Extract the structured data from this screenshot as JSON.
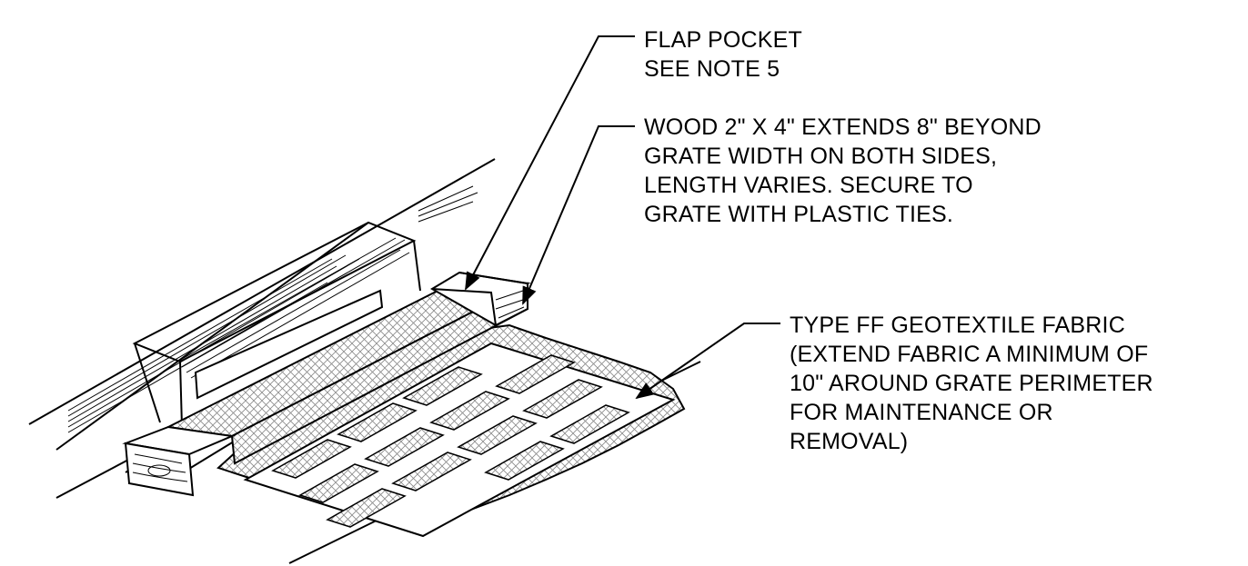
{
  "colors": {
    "ink": "#000000",
    "paper": "#ffffff",
    "hatch": "#8a8a8a"
  },
  "callouts": {
    "flap_pocket": {
      "lines": [
        "FLAP POCKET",
        "SEE NOTE 5"
      ]
    },
    "wood_block": {
      "lines": [
        "WOOD 2\" X 4\" EXTENDS 8\" BEYOND",
        "GRATE WIDTH ON BOTH SIDES,",
        "LENGTH VARIES.  SECURE TO",
        "GRATE WITH PLASTIC TIES."
      ]
    },
    "geotextile": {
      "lines": [
        "TYPE FF GEOTEXTILE FABRIC",
        "(EXTEND FABRIC A MINIMUM OF",
        "10\" AROUND GRATE PERIMETER",
        "FOR MAINTENANCE OR",
        "REMOVAL)"
      ]
    }
  }
}
